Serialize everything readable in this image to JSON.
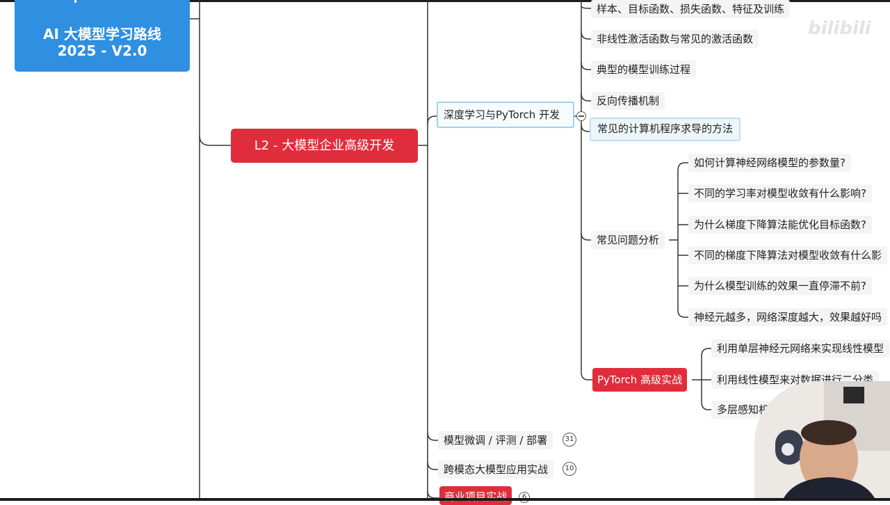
{
  "root": {
    "line1": "AI 大模型学习路线",
    "line2": "2025 - V2.0"
  },
  "l2": {
    "label": "L2 - 大模型企业高级开发"
  },
  "dl": {
    "label": "深度学习与PyTorch 开发"
  },
  "dl_children": [
    "样本、目标函数、损失函数、特征及训练",
    "非线性激活函数与常见的激活函数",
    "典型的模型训练过程",
    "反向传播机制",
    "常见的计算机程序求导的方法"
  ],
  "qa": {
    "label": "常见问题分析",
    "items": [
      "如何计算神经网络模型的参数量?",
      "不同的学习率对模型收敛有什么影响?",
      "为什么梯度下降算法能优化目标函数?",
      "不同的梯度下降算法对模型收敛有什么影",
      "为什么模型训练的效果一直停滞不前?",
      "神经元越多，网络深度越大，效果越好吗"
    ]
  },
  "pytorch": {
    "label": "PyTorch 高级实战",
    "items": [
      "利用单层神经元网络来实现线性模型",
      "利用线性模型来对数据进行二分类",
      "多层感知机的"
    ]
  },
  "siblings": [
    {
      "label": "模型微调 / 评测 / 部署",
      "count": "31"
    },
    {
      "label": "跨模态大模型应用实战",
      "count": "10"
    },
    {
      "label": "商业项目实战",
      "count": "6"
    }
  ],
  "watermark": {
    "text": "bilibili"
  },
  "colors": {
    "root_blue": "#2f8fe0",
    "red": "#e02d3c",
    "select_outline": "#9ed3ea"
  }
}
